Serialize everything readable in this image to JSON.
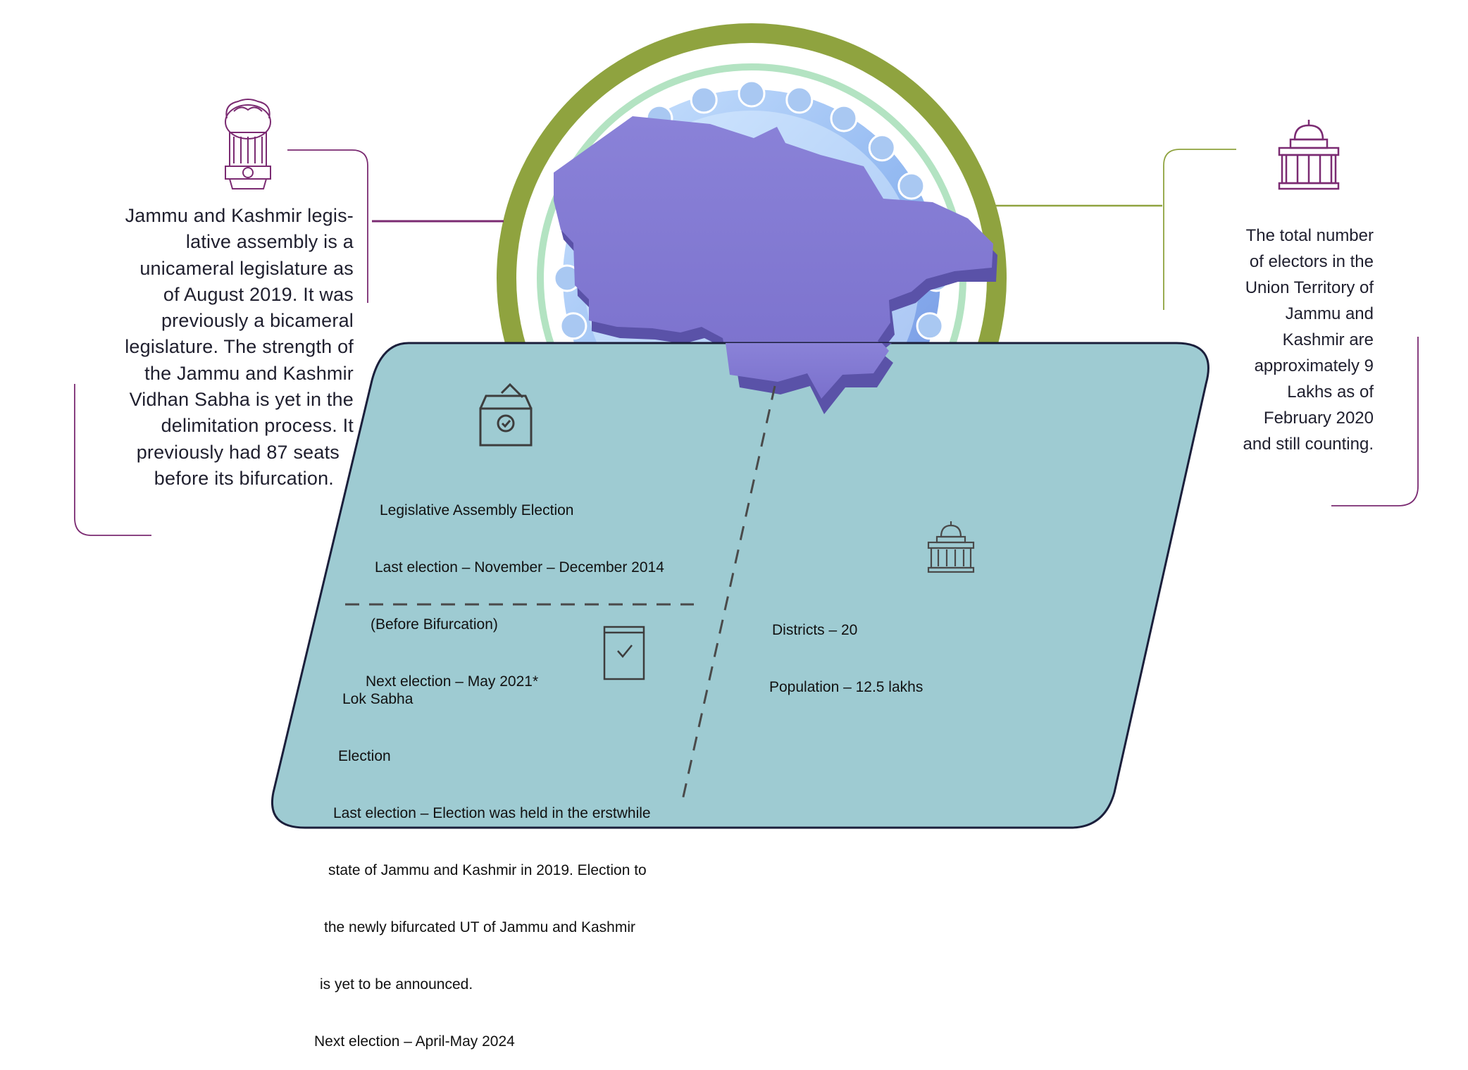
{
  "left_info": {
    "lines": [
      "Jammu and Kashmir legis-",
      "lative assembly is a",
      "unicameral legislature as",
      "of August 2019. It was",
      "previously a bicameral",
      "legislature. The strength of",
      "the Jammu and Kashmir",
      "Vidhan Sabha is yet in the",
      "delimitation process. It",
      "previously had 87 seats",
      "before its bifurcation."
    ]
  },
  "right_info": {
    "lines": [
      "The total number",
      "of electors in the",
      "Union Territory of",
      "Jammu and",
      "Kashmir are",
      "approximately 9",
      "Lakhs as of",
      "February 2020",
      "and still counting."
    ]
  },
  "assembly_election": {
    "title": "Legislative Assembly Election",
    "last": "Last election – November – December 2014",
    "note": "(Before Bifurcation)",
    "next": "Next election – May 2021*"
  },
  "lok_sabha": {
    "title_1": "Lok Sabha",
    "title_2": "Election",
    "line_1": "Last election – Election was held in the erstwhile",
    "line_2": "state of Jammu and Kashmir in 2019. Election to",
    "line_3": "the newly bifurcated UT of Jammu and Kashmir",
    "line_4": "is yet to be announced.",
    "next": "Next election – April-May 2024"
  },
  "districts": {
    "districts": "Districts – 20",
    "population": "Population – 12.5 lakhs"
  },
  "colors": {
    "panel_fill": "#9ecbd2",
    "panel_border": "#1b1f3b",
    "olive_ring": "#8fa33f",
    "map_fill": "#7f76cf",
    "map_side": "#5a52a8",
    "accent_purple": "#7b2b72"
  },
  "icons": [
    "national-emblem-icon",
    "parliament-building-icon",
    "ballot-box-icon",
    "ballot-envelope-icon",
    "building-icon"
  ]
}
